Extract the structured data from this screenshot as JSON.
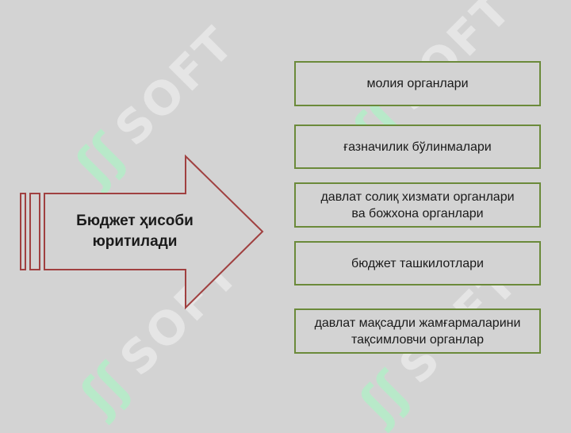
{
  "watermark": {
    "glyph": "ʃʃ",
    "word": "SOFT"
  },
  "arrow": {
    "label_line1": "Бюджет ҳисоби",
    "label_line2": "юритилади"
  },
  "boxes": [
    {
      "line1": "молия органлари",
      "line2": ""
    },
    {
      "line1": "ғазначилик бўлинмалари",
      "line2": ""
    },
    {
      "line1": "давлат солиқ хизмати органлари",
      "line2": "ва божхона органлари"
    },
    {
      "line1": "бюджет ташкилотлари",
      "line2": ""
    },
    {
      "line1": "давлат мақсадли жамғармаларини",
      "line2": "тақсимловчи органлар"
    }
  ],
  "colors": {
    "background": "#d3d3d3",
    "arrow_border": "#a04040",
    "box_border": "#6b8a3a",
    "watermark_green": "#b7ebc9"
  }
}
